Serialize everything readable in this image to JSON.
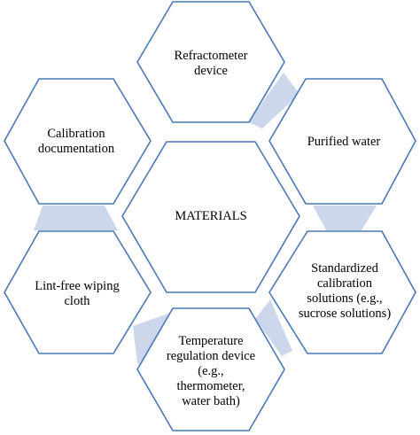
{
  "diagram": {
    "center": {
      "label": "MATERIALS"
    },
    "items": [
      {
        "label": "Refractometer device"
      },
      {
        "label": "Purified water"
      },
      {
        "label": "Standardized calibration solutions (e.g., sucrose solutions)"
      },
      {
        "label": "Temperature regulation device (e.g., thermometer, water bath)"
      },
      {
        "label": "Lint-free wiping cloth"
      },
      {
        "label": "Calibration documentation"
      }
    ]
  },
  "colors": {
    "hex_outline": "#4a78b5",
    "connector_fill": "#cdd7ec",
    "hex_fill": "#ffffff",
    "text": "#000000"
  }
}
